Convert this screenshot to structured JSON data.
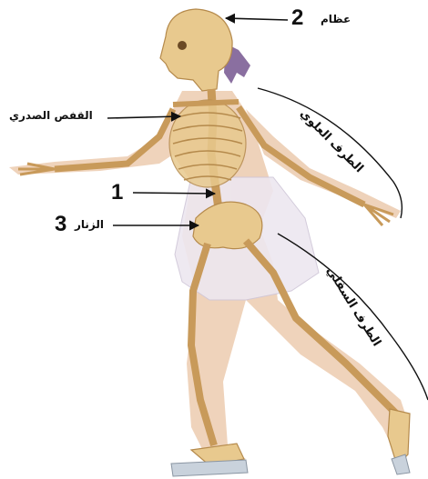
{
  "labels": {
    "bones": "عظام",
    "bones_num": "2",
    "rib_cage": "القفص الصدري",
    "spine_num": "1",
    "girdle": "الزنار",
    "girdle_num": "3",
    "upper_limb": "الطرف العلوي",
    "lower_limb": "الطرف السفلي"
  },
  "colors": {
    "bone": "#e8c98e",
    "bone_shadow": "#b58a4c",
    "skin": "#e9c4a4",
    "skirt": "#ede7f0",
    "hair": "#8a6fa0",
    "skate": "#c9d2dc",
    "ink": "#111111"
  }
}
